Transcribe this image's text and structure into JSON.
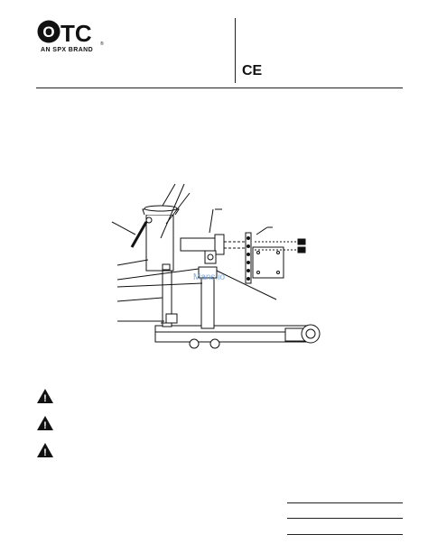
{
  "brand": {
    "logo_text": "OTC",
    "registered": "®",
    "tagline": "AN SPX BRAND"
  },
  "certification": {
    "mark": "CE"
  },
  "diagram": {
    "watermark": "Mans.io"
  },
  "warnings": [
    {
      "icon": "warning-triangle-icon",
      "symbol": "!"
    },
    {
      "icon": "warning-triangle-icon",
      "symbol": "!"
    },
    {
      "icon": "warning-triangle-icon",
      "symbol": "!"
    }
  ],
  "colors": {
    "ink": "#111111",
    "watermark": "#6f9bd6"
  }
}
